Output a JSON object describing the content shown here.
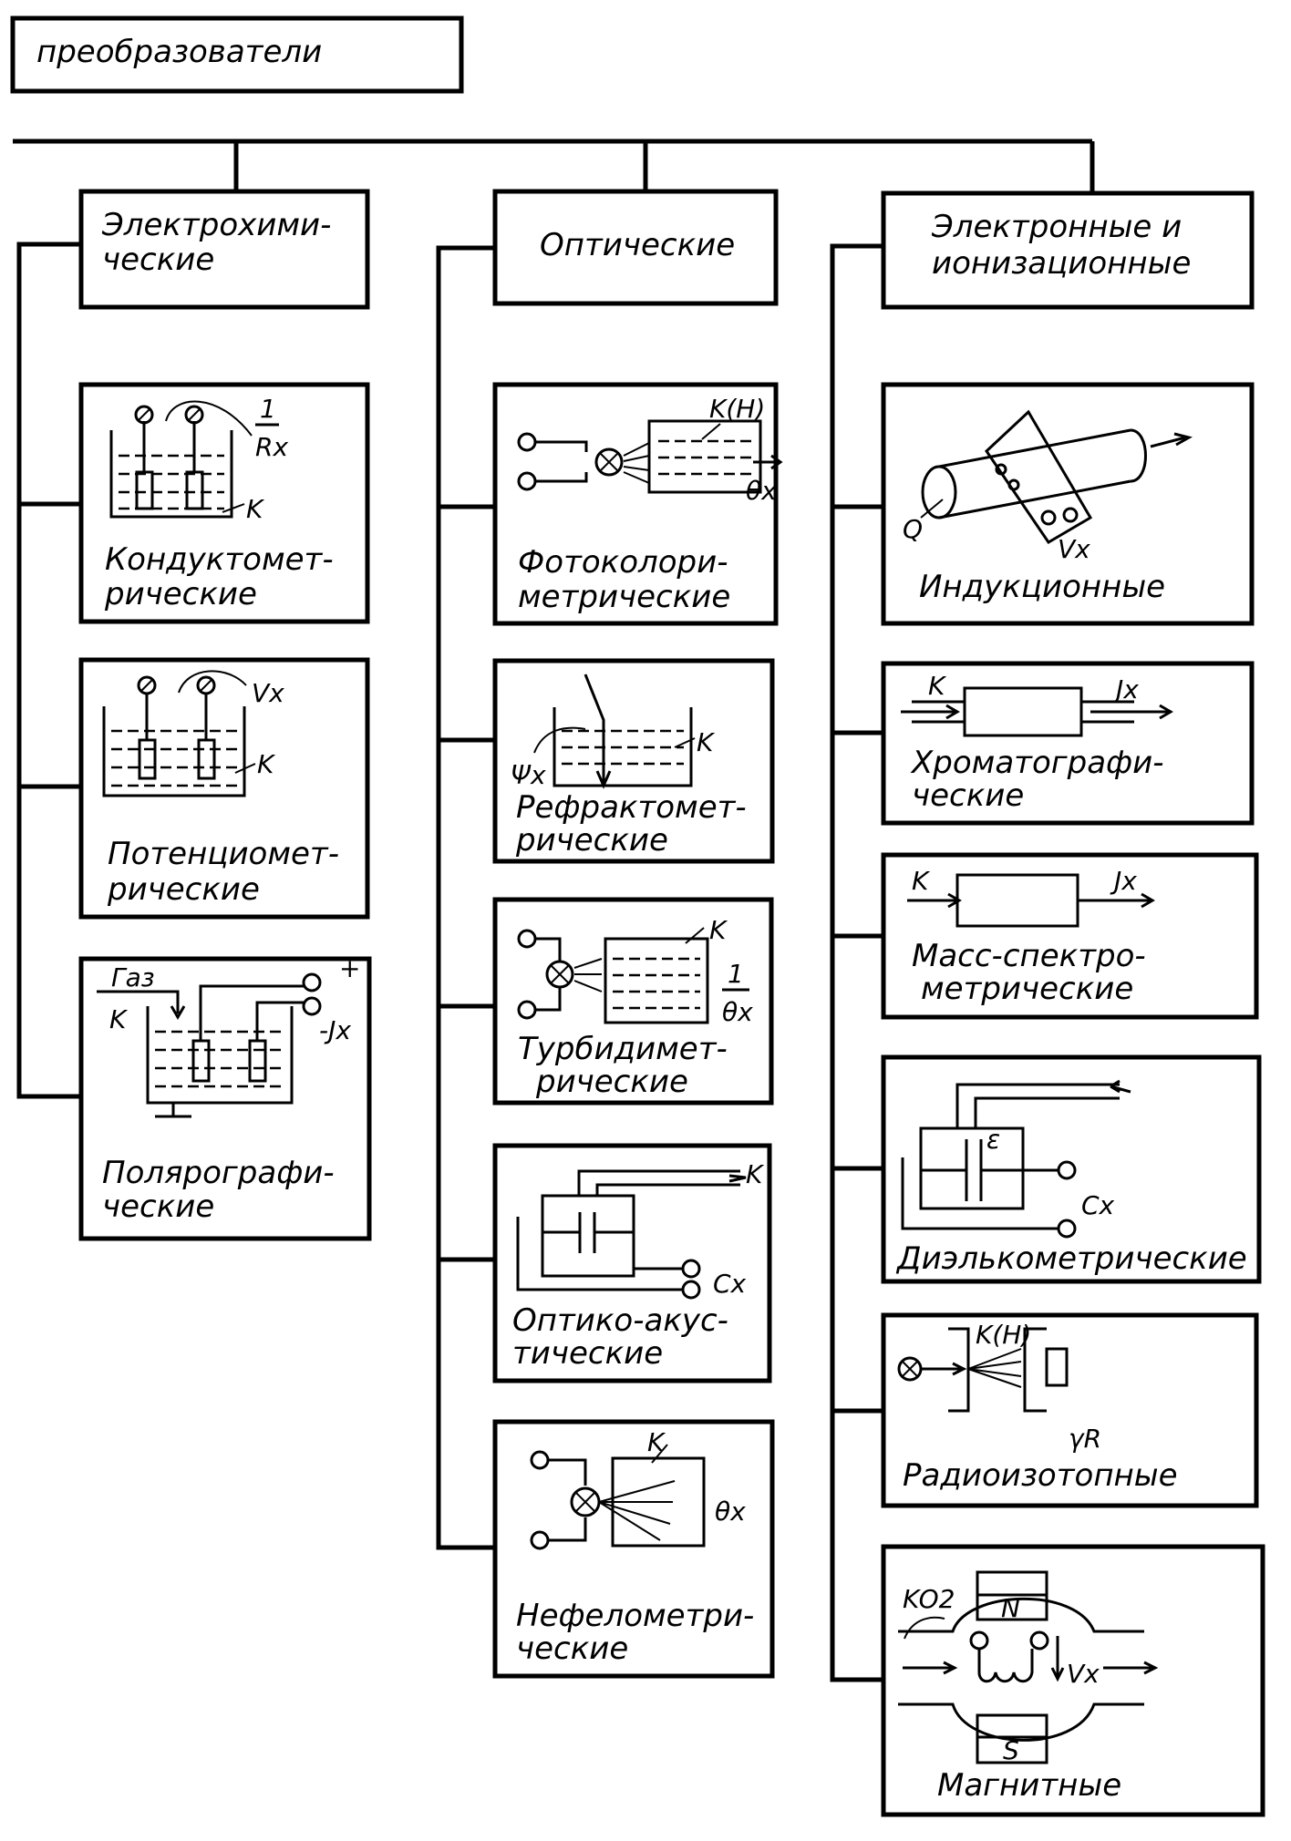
{
  "root": {
    "label": "преобразователи"
  },
  "categories": [
    {
      "title": [
        "Электрохими-",
        "ческие"
      ],
      "items": [
        {
          "label": [
            "Кондуктомет-",
            "рические"
          ],
          "symbols": [
            "1",
            "Rx",
            "K"
          ]
        },
        {
          "label": [
            "Потенциомет-",
            "рические"
          ],
          "symbols": [
            "Vx",
            "K"
          ]
        },
        {
          "label": [
            "Полярографи-",
            "ческие"
          ],
          "symbols": [
            "Газ",
            "K",
            "+",
            "-Jx"
          ]
        }
      ]
    },
    {
      "title": [
        "Оптические"
      ],
      "items": [
        {
          "label": [
            "Фотоколори-",
            "метрические"
          ],
          "symbols": [
            "K(H)",
            "θx"
          ]
        },
        {
          "label": [
            "Рефрактомет-",
            "рические"
          ],
          "symbols": [
            "K",
            "Ψx"
          ]
        },
        {
          "label": [
            "Турбидимет-",
            "рические"
          ],
          "symbols": [
            "K",
            "1",
            "θx"
          ]
        },
        {
          "label": [
            "Оптико-акус-",
            "тические"
          ],
          "symbols": [
            "K",
            "Cx"
          ]
        },
        {
          "label": [
            "Нефелометри-",
            "ческие"
          ],
          "symbols": [
            "K",
            "θx"
          ]
        }
      ]
    },
    {
      "title": [
        "Электронные и",
        "ионизационные"
      ],
      "items": [
        {
          "label": [
            "Индукционные"
          ],
          "symbols": [
            "Q",
            "Vx"
          ]
        },
        {
          "label": [
            "Хроматографи-",
            "ческие"
          ],
          "symbols": [
            "K",
            "Jx"
          ]
        },
        {
          "label": [
            "Масс-спектро-",
            "метрические"
          ],
          "symbols": [
            "K",
            "Jx"
          ]
        },
        {
          "label": [
            "Диэлькометрические"
          ],
          "symbols": [
            "ε",
            "Cx"
          ]
        },
        {
          "label": [
            "Радиоизотопные"
          ],
          "symbols": [
            "K(H)",
            "γR"
          ]
        },
        {
          "label": [
            "Магнитные"
          ],
          "symbols": [
            "KO2",
            "N",
            "S",
            "Vx"
          ]
        }
      ]
    }
  ]
}
